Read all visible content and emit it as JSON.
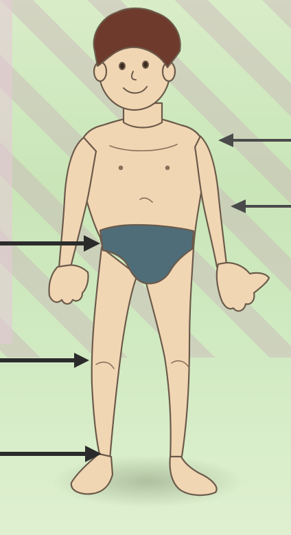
{
  "image": {
    "subject": "boy-illustration",
    "colors": {
      "skin": "#f1d6b4",
      "skin_shadow": "#d9b48e",
      "outline": "#6b5a4a",
      "hair": "#6e3a2c",
      "briefs": "#4f6d78",
      "arrow": "#2b2b2b",
      "arrow_light": "#4a4a4a",
      "stripe": "#c9a6b4"
    }
  },
  "arrows": [
    {
      "id": "shoulder",
      "direction": "left",
      "style": "light"
    },
    {
      "id": "elbow",
      "direction": "left",
      "style": "light"
    },
    {
      "id": "hip",
      "direction": "right",
      "style": "bold"
    },
    {
      "id": "knee",
      "direction": "right",
      "style": "bold"
    },
    {
      "id": "ankle",
      "direction": "right",
      "style": "bold"
    }
  ]
}
